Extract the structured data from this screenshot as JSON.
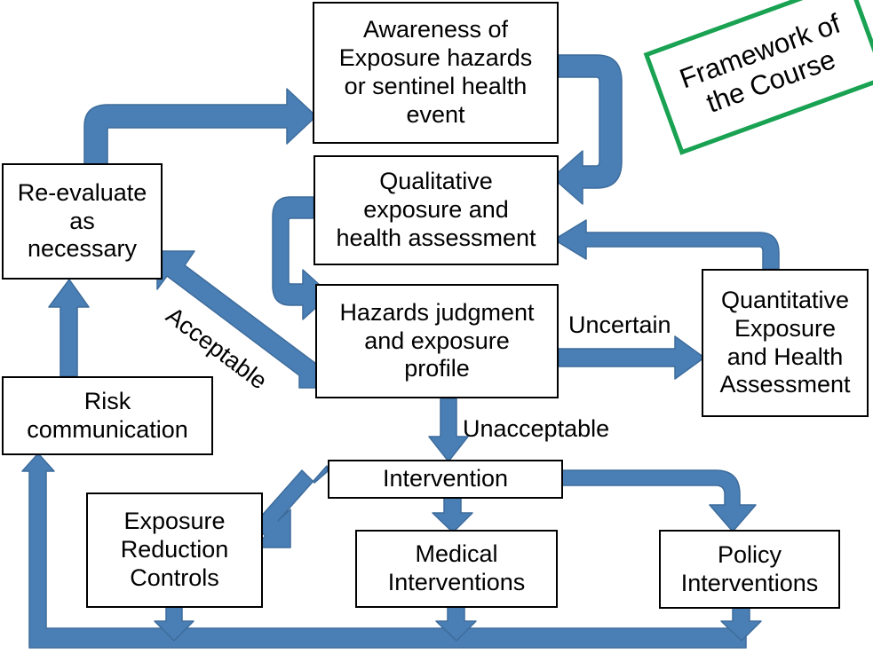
{
  "diagram": {
    "title_box": {
      "text": "Framework of\nthe Course",
      "border_color": "#18a251"
    },
    "accent_color": "#4a7fb5",
    "nodes": [
      {
        "id": "awareness",
        "label": "Awareness of\nExposure hazards\nor sentinel health\nevent"
      },
      {
        "id": "qualitative",
        "label": "Qualitative\nexposure and\nhealth assessment"
      },
      {
        "id": "hazards",
        "label": "Hazards judgment\nand exposure\nprofile"
      },
      {
        "id": "quantitative",
        "label": "Quantitative\nExposure\nand Health\nAssessment"
      },
      {
        "id": "reevaluate",
        "label": "Re-evaluate\nas\nnecessary"
      },
      {
        "id": "risk",
        "label": "Risk\ncommunication"
      },
      {
        "id": "intervention",
        "label": "Intervention"
      },
      {
        "id": "exposure",
        "label": "Exposure\nReduction\nControls"
      },
      {
        "id": "medical",
        "label": "Medical\nInterventions"
      },
      {
        "id": "policy",
        "label": "Policy\nInterventions"
      }
    ],
    "edge_labels": [
      {
        "id": "uncertain",
        "text": "Uncertain"
      },
      {
        "id": "unacceptable",
        "text": "Unacceptable"
      },
      {
        "id": "acceptable",
        "text": "Acceptable"
      }
    ]
  }
}
